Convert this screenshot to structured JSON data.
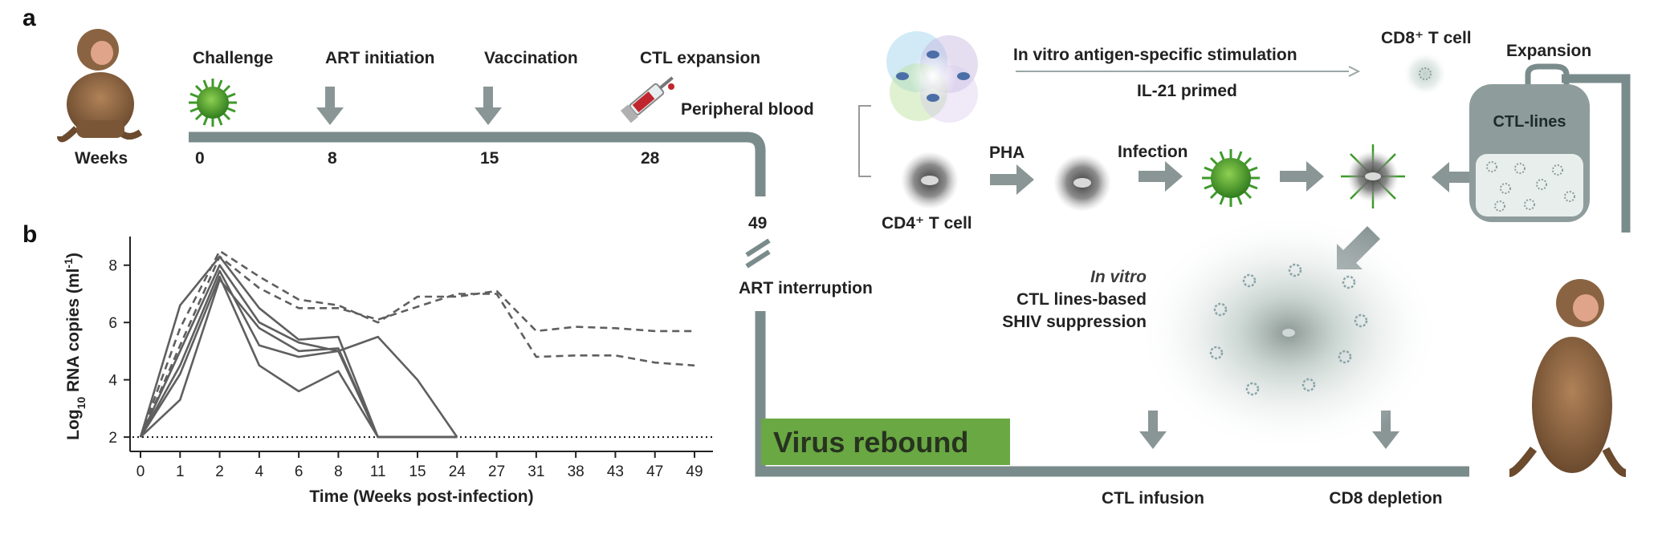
{
  "panels": {
    "a": "a",
    "b": "b"
  },
  "timeline": {
    "weeks_label": "Weeks",
    "events": [
      {
        "label": "Challenge",
        "week": "0"
      },
      {
        "label": "ART initiation",
        "week": "8"
      },
      {
        "label": "Vaccination",
        "week": "15"
      },
      {
        "label": "CTL expansion",
        "week": "28"
      }
    ],
    "peripheral_blood": "Peripheral blood",
    "week_49": "49",
    "art_interruption": "ART interruption",
    "virus_rebound": "Virus rebound",
    "ctl_infusion": "CTL infusion",
    "cd8_depletion": "CD8 depletion"
  },
  "workflow": {
    "stimulation": "In vitro antigen-specific stimulation",
    "il21": "IL-21 primed",
    "cd8_cell": "CD8⁺ T cell",
    "expansion": "Expansion",
    "ctl_lines": "CTL-lines",
    "pha": "PHA",
    "infection": "Infection",
    "cd4_cell": "CD4⁺ T cell",
    "suppression": {
      "line1": "In vitro",
      "line2": "CTL lines-based",
      "line3": "SHIV suppression"
    }
  },
  "colors": {
    "bar": "#7a8b8b",
    "arrow": "#8a9696",
    "rebound_box": "#6aa843",
    "virus": "#3e9a2a",
    "cell_grey": "#6a6a6a"
  },
  "chart_data": {
    "type": "line",
    "xlabel": "Time (Weeks post-infection)",
    "ylabel_prefix": "Log",
    "ylabel_sub": "10",
    "ylabel_suffix": " RNA copies (ml",
    "ylabel_sup": "-1",
    "ylabel_end": ")",
    "categories": [
      "0",
      "1",
      "2",
      "4",
      "6",
      "8",
      "11",
      "15",
      "24",
      "27",
      "31",
      "38",
      "43",
      "47",
      "49"
    ],
    "ylim": [
      1.5,
      9
    ],
    "yticks": [
      "2",
      "4",
      "6",
      "8"
    ],
    "detection_limit": 2,
    "series": [
      {
        "style": "dashed",
        "values": [
          2,
          5.8,
          8.5,
          7.6,
          6.8,
          6.6,
          6.0,
          6.9,
          6.9,
          7.1,
          5.7,
          5.85,
          5.8,
          5.7,
          5.7
        ]
      },
      {
        "style": "dashed",
        "values": [
          2,
          5.2,
          8.3,
          7.2,
          6.5,
          6.5,
          6.1,
          null,
          7.0,
          7.0,
          4.8,
          4.85,
          4.85,
          4.6,
          4.5
        ]
      },
      {
        "style": "solid",
        "values": [
          2,
          6.6,
          8.3,
          6.5,
          5.4,
          5.5,
          2,
          2,
          2,
          null,
          null,
          null,
          null,
          null,
          null
        ]
      },
      {
        "style": "solid",
        "values": [
          2,
          5.0,
          8.0,
          6.0,
          5.3,
          5.0,
          5.5,
          4.0,
          2,
          null,
          null,
          null,
          null,
          null,
          null
        ]
      },
      {
        "style": "solid",
        "values": [
          2,
          4.5,
          7.8,
          5.2,
          4.8,
          5.0,
          2,
          2,
          2,
          null,
          null,
          null,
          null,
          null,
          null
        ]
      },
      {
        "style": "solid",
        "values": [
          2,
          4.2,
          7.6,
          4.5,
          3.6,
          4.3,
          2,
          2,
          2,
          null,
          null,
          null,
          null,
          null,
          null
        ]
      },
      {
        "style": "solid",
        "values": [
          2,
          3.3,
          7.5,
          5.8,
          5.0,
          5.1,
          2,
          2,
          2,
          null,
          null,
          null,
          null,
          null,
          null
        ]
      }
    ]
  }
}
